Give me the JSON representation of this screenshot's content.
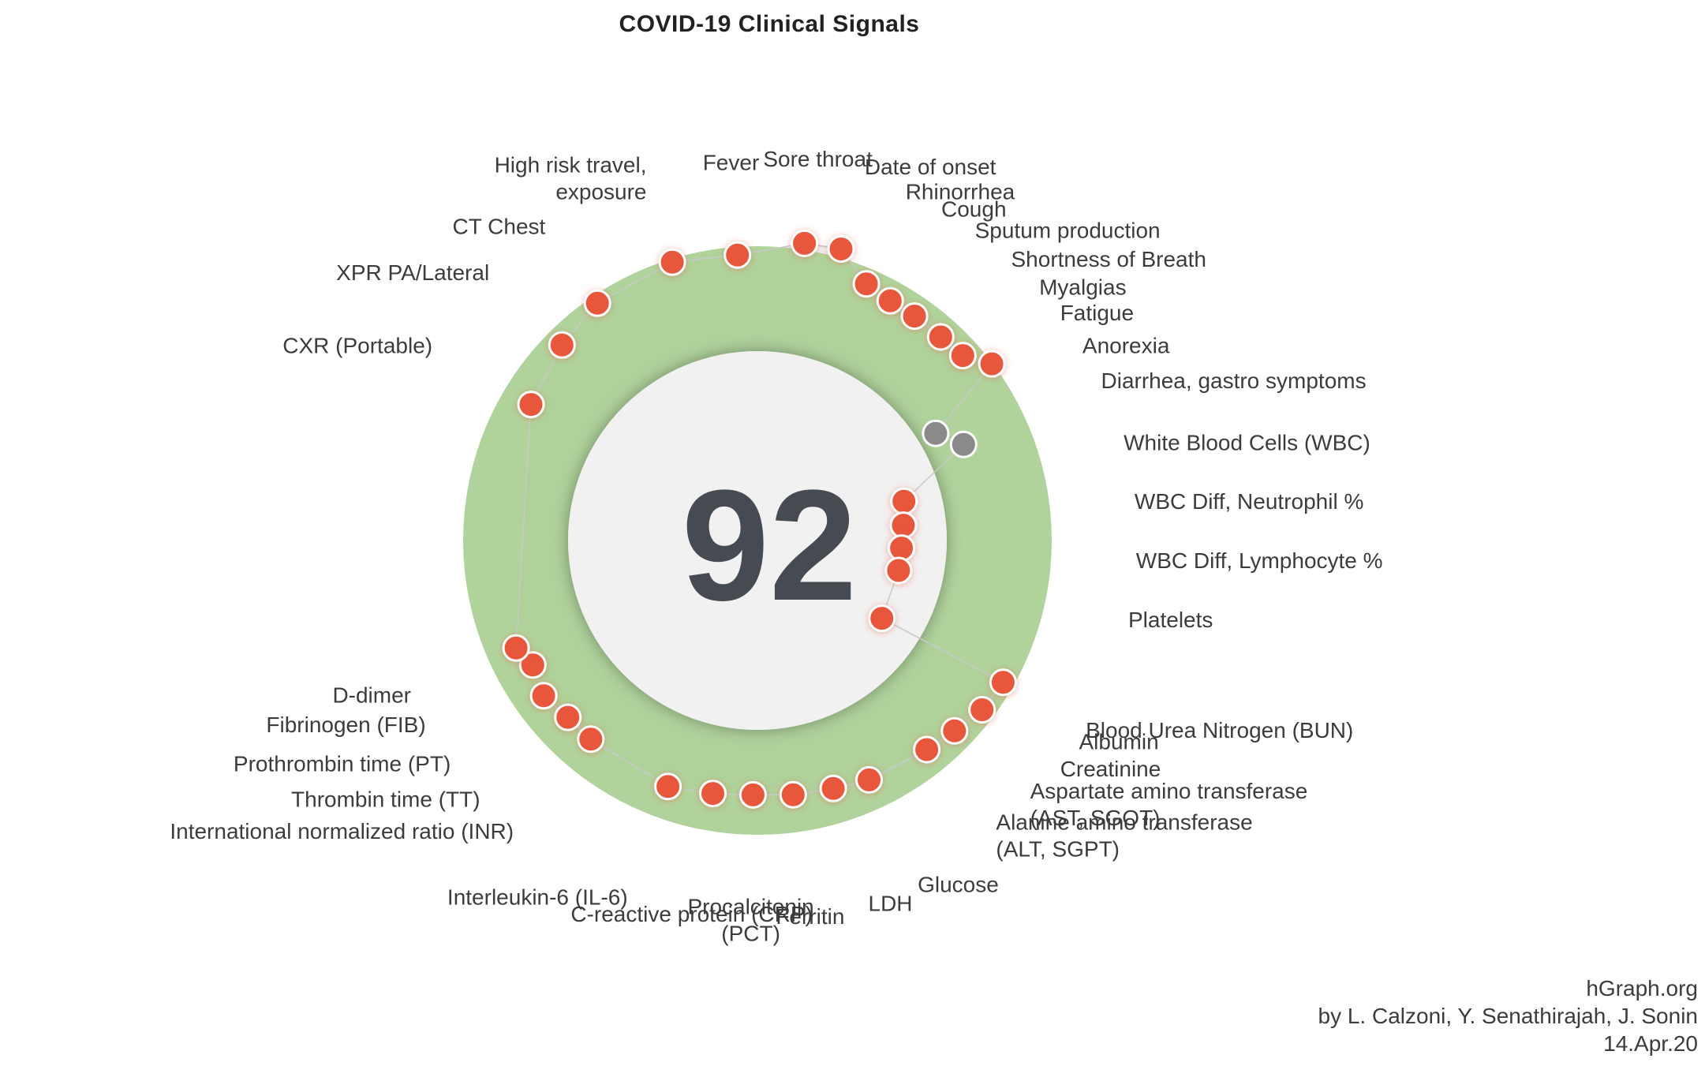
{
  "chart_data": {
    "type": "radial-hgraph",
    "title": "COVID-19 Clinical Signals",
    "score": "92",
    "healthy_band_color": "#a9cf94",
    "point_color_out_of_range": "#e8563b",
    "point_color_missing": "#8a8a8a",
    "metrics": [
      {
        "label": [
          "High risk travel,",
          "exposure"
        ],
        "angle_deg": -17,
        "radius": 1.19,
        "status": "out"
      },
      {
        "label": [
          "Fever"
        ],
        "angle_deg": -4,
        "radius": 1.17,
        "status": "out"
      },
      {
        "label": [
          "Sore throat"
        ],
        "angle_deg": 9,
        "radius": 1.23,
        "status": "out"
      },
      {
        "label": [
          "Date of onset"
        ],
        "angle_deg": 16,
        "radius": 1.24,
        "status": "out"
      },
      {
        "label": [
          "Rhinorrhea"
        ],
        "angle_deg": 23,
        "radius": 1.14,
        "status": "out"
      },
      {
        "label": [
          "Cough"
        ],
        "angle_deg": 29,
        "radius": 1.12,
        "status": "out"
      },
      {
        "label": [
          "Sputum production"
        ],
        "angle_deg": 35,
        "radius": 1.12,
        "status": "out"
      },
      {
        "label": [
          "Shortness of Breath"
        ],
        "angle_deg": 42,
        "radius": 1.12,
        "status": "out"
      },
      {
        "label": [
          "Myalgias"
        ],
        "angle_deg": 48,
        "radius": 1.13,
        "status": "out"
      },
      {
        "label": [
          "Fatigue"
        ],
        "angle_deg": 53,
        "radius": 1.2,
        "status": "out"
      },
      {
        "label": [
          "Anorexia"
        ],
        "angle_deg": 59,
        "radius": 0.85,
        "status": "missing"
      },
      {
        "label": [
          "Diarrhea, gastro symptoms"
        ],
        "angle_deg": 65,
        "radius": 0.93,
        "status": "missing"
      },
      {
        "label": [
          "White Blood Cells (WBC)"
        ],
        "angle_deg": 75,
        "radius": 0.62,
        "status": "out"
      },
      {
        "label": [
          "WBC Diff, Neutrophil %"
        ],
        "angle_deg": 84,
        "radius": 0.6,
        "status": "out"
      },
      {
        "label": [
          "WBC Diff, Lymphocyte %"
        ],
        "angle_deg": 93,
        "radius": 0.59,
        "status": "out"
      },
      {
        "label": [
          "Platelets"
        ],
        "angle_deg": 102,
        "radius": 0.59,
        "status": "out"
      },
      {
        "label": [
          "Albumin"
        ],
        "angle_deg": 122,
        "radius": 0.6,
        "status": "out"
      },
      {
        "label": [
          "Blood Urea Nitrogen (BUN)"
        ],
        "angle_deg": 120,
        "radius": 1.16,
        "status": "out"
      },
      {
        "label": [
          "Creatinine"
        ],
        "angle_deg": 127,
        "radius": 1.15,
        "status": "out"
      },
      {
        "label": [
          "Aspartate amino transferase",
          "(AST, SGOT)"
        ],
        "angle_deg": 134,
        "radius": 1.12,
        "status": "out"
      },
      {
        "label": [
          "Alanine amino transferase",
          "(ALT, SGPT)"
        ],
        "angle_deg": 141,
        "radius": 1.1,
        "status": "out"
      },
      {
        "label": [
          "Glucose"
        ],
        "angle_deg": 155,
        "radius": 1.08,
        "status": "out"
      },
      {
        "label": [
          "LDH"
        ],
        "angle_deg": 163,
        "radius": 1.06,
        "status": "out"
      },
      {
        "label": [
          "Ferritin"
        ],
        "angle_deg": 172,
        "radius": 1.05,
        "status": "out"
      },
      {
        "label": [
          "Procalcitonin",
          "(PCT)"
        ],
        "angle_deg": 181,
        "radius": 1.04,
        "status": "out"
      },
      {
        "label": [
          "C-reactive protein (CRP)"
        ],
        "angle_deg": 190,
        "radius": 1.05,
        "status": "out"
      },
      {
        "label": [
          "Interleukin-6 (IL-6)"
        ],
        "angle_deg": 200,
        "radius": 1.07,
        "status": "out"
      },
      {
        "label": [
          "International normalized ratio (INR)"
        ],
        "angle_deg": 220,
        "radius": 1.06,
        "status": "out"
      },
      {
        "label": [
          "Thrombin time (TT)"
        ],
        "angle_deg": 227,
        "radius": 1.06,
        "status": "out"
      },
      {
        "label": [
          "Prothrombin time (PT)"
        ],
        "angle_deg": 234,
        "radius": 1.08,
        "status": "out"
      },
      {
        "label": [
          "Fibrinogen (FIB)"
        ],
        "angle_deg": 241,
        "radius": 1.05,
        "status": "out"
      },
      {
        "label": [
          "D-dimer"
        ],
        "angle_deg": 246,
        "radius": 1.08,
        "status": "out"
      },
      {
        "label": [
          "CXR (Portable)"
        ],
        "angle_deg": 301,
        "radius": 1.08,
        "status": "out"
      },
      {
        "label": [
          "XPR PA/Lateral"
        ],
        "angle_deg": 315,
        "radius": 1.13,
        "status": "out"
      },
      {
        "label": [
          "CT Chest"
        ],
        "angle_deg": 326,
        "radius": 1.17,
        "status": "out"
      }
    ]
  },
  "credits": {
    "line1": "hGraph.org",
    "line2": "by L. Calzoni, Y. Senathirajah, J. Sonin",
    "line3": "14.Apr.20"
  }
}
